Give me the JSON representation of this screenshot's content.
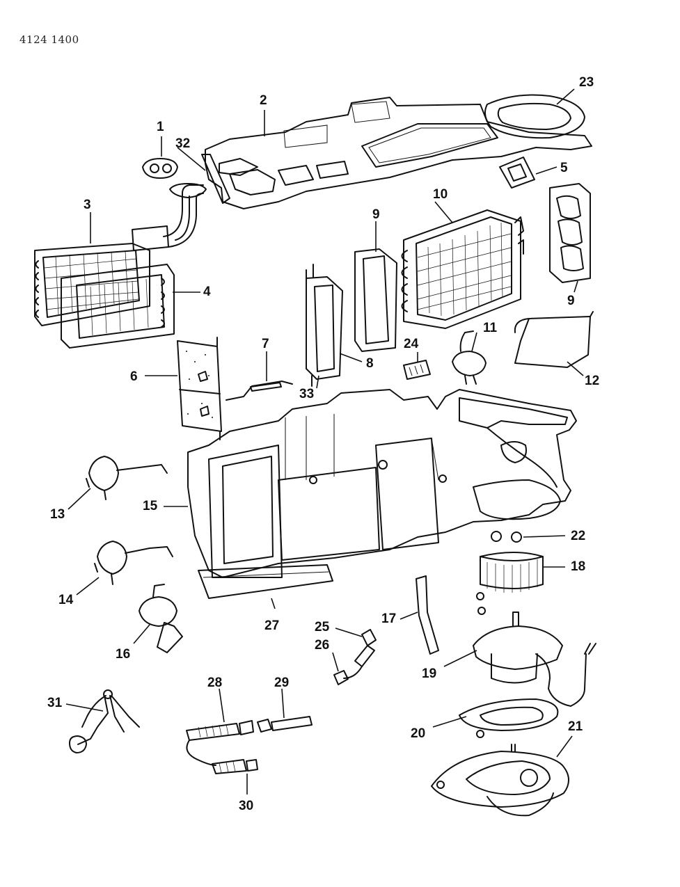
{
  "document_id": "4124 1400",
  "callouts": [
    {
      "id": "1",
      "label": "1"
    },
    {
      "id": "2",
      "label": "2"
    },
    {
      "id": "3",
      "label": "3"
    },
    {
      "id": "4",
      "label": "4"
    },
    {
      "id": "5",
      "label": "5"
    },
    {
      "id": "6",
      "label": "6"
    },
    {
      "id": "7",
      "label": "7"
    },
    {
      "id": "8",
      "label": "8"
    },
    {
      "id": "9a",
      "label": "9"
    },
    {
      "id": "9b",
      "label": "9"
    },
    {
      "id": "10",
      "label": "10"
    },
    {
      "id": "11",
      "label": "11"
    },
    {
      "id": "12",
      "label": "12"
    },
    {
      "id": "13",
      "label": "13"
    },
    {
      "id": "14",
      "label": "14"
    },
    {
      "id": "15",
      "label": "15"
    },
    {
      "id": "16",
      "label": "16"
    },
    {
      "id": "17",
      "label": "17"
    },
    {
      "id": "18",
      "label": "18"
    },
    {
      "id": "19",
      "label": "19"
    },
    {
      "id": "20",
      "label": "20"
    },
    {
      "id": "21",
      "label": "21"
    },
    {
      "id": "22",
      "label": "22"
    },
    {
      "id": "23",
      "label": "23"
    },
    {
      "id": "24",
      "label": "24"
    },
    {
      "id": "25",
      "label": "25"
    },
    {
      "id": "26",
      "label": "26"
    },
    {
      "id": "27",
      "label": "27"
    },
    {
      "id": "28",
      "label": "28"
    },
    {
      "id": "29",
      "label": "29"
    },
    {
      "id": "30",
      "label": "30"
    },
    {
      "id": "31",
      "label": "31"
    },
    {
      "id": "32",
      "label": "32"
    },
    {
      "id": "33",
      "label": "33"
    }
  ]
}
